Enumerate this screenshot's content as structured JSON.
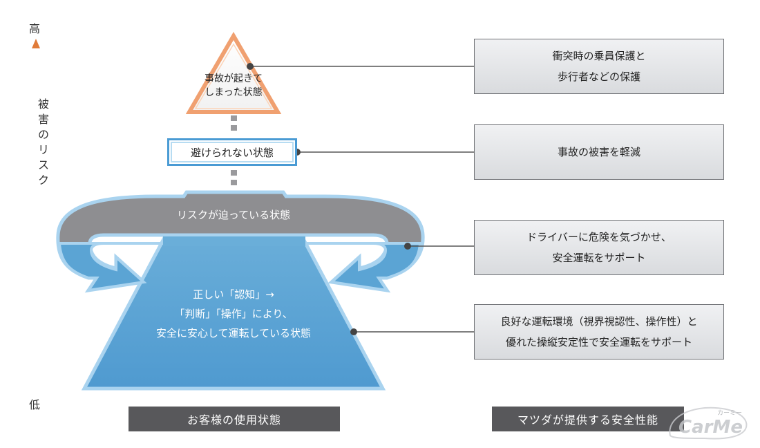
{
  "axis": {
    "high": "高",
    "low": "低",
    "risk_label": "被害のリスク"
  },
  "pyramid": {
    "top_lines": [
      "事故が起きて",
      "しまった状態"
    ],
    "middle": "避けられない状態",
    "band": "リスクが迫っている状態",
    "base_lines": [
      "正しい「認知」→",
      "「判断」「操作」により、",
      "安全に安心して運転している状態"
    ]
  },
  "boxes": [
    {
      "lines": [
        "衝突時の乗員保護と",
        "歩行者などの保護"
      ]
    },
    {
      "lines": [
        "事故の被害を軽減"
      ]
    },
    {
      "lines": [
        "ドライバーに危険を気づかせ、",
        "安全運転をサポート"
      ]
    },
    {
      "lines": [
        "良好な運転環境（視界視認性、操作性）と",
        "優れた操縦安定性で安全運転をサポート"
      ]
    }
  ],
  "footer": {
    "left": "お客様の使用状態",
    "right": "マツダが提供する安全性能"
  },
  "logo": {
    "main": "CarMe",
    "sub": "カーミー"
  },
  "colors": {
    "arrow_top": "#e07b39",
    "arrow_bottom": "#2a8fd0",
    "water": "#5aa4d4",
    "band": "#8c8c8f",
    "box_border": "#6d6f73",
    "footer": "#58585b"
  }
}
